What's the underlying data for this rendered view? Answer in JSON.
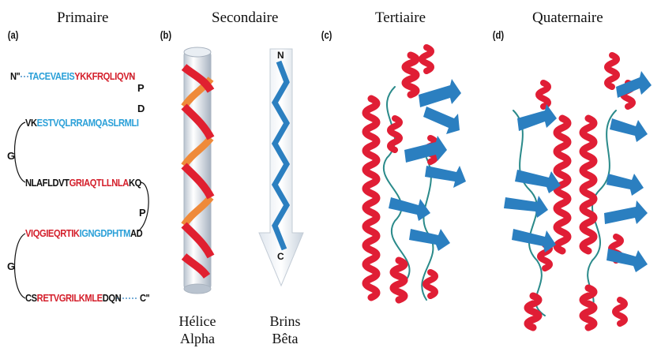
{
  "titles": {
    "primary": "Primaire",
    "secondary": "Secondaire",
    "tertiary": "Tertiaire",
    "quaternary": "Quaternaire"
  },
  "panel_letters": {
    "a": "(a)",
    "b": "(b)",
    "c": "(c)",
    "d": "(d)"
  },
  "sequence": {
    "row1": {
      "start": "N",
      "blue": "TACEVAEIS",
      "red": "YKKFRQLIQVN"
    },
    "side1": "P",
    "side2": "D",
    "row2": {
      "black": "VK",
      "blue": "ESTVQLRRAMQASLRMLI"
    },
    "side3": "G",
    "row3": {
      "black": "NLAFLDVT",
      "red": "GRIAQTLLNLA",
      "black2": "KQ"
    },
    "side4": "P",
    "row4": {
      "red": "VIQGIEQRTIK",
      "blue": "IGNGDPHTM",
      "black": "AD"
    },
    "side5": "G",
    "row5": {
      "black": "CS",
      "red": "RETVGRILKMLE",
      "black2": "DQN",
      "end": "C"
    }
  },
  "secondary": {
    "helix_caption_line1": "Hélice",
    "helix_caption_line2": "Alpha",
    "strand_caption_line1": "Brins",
    "strand_caption_line2": "Bêta",
    "strand_top": "N",
    "strand_bottom": "C"
  },
  "colors": {
    "red": "#d41f2b",
    "blue": "#2b7fc0",
    "light_blue": "#2ba0d8",
    "orange": "#ef8a3a"
  }
}
